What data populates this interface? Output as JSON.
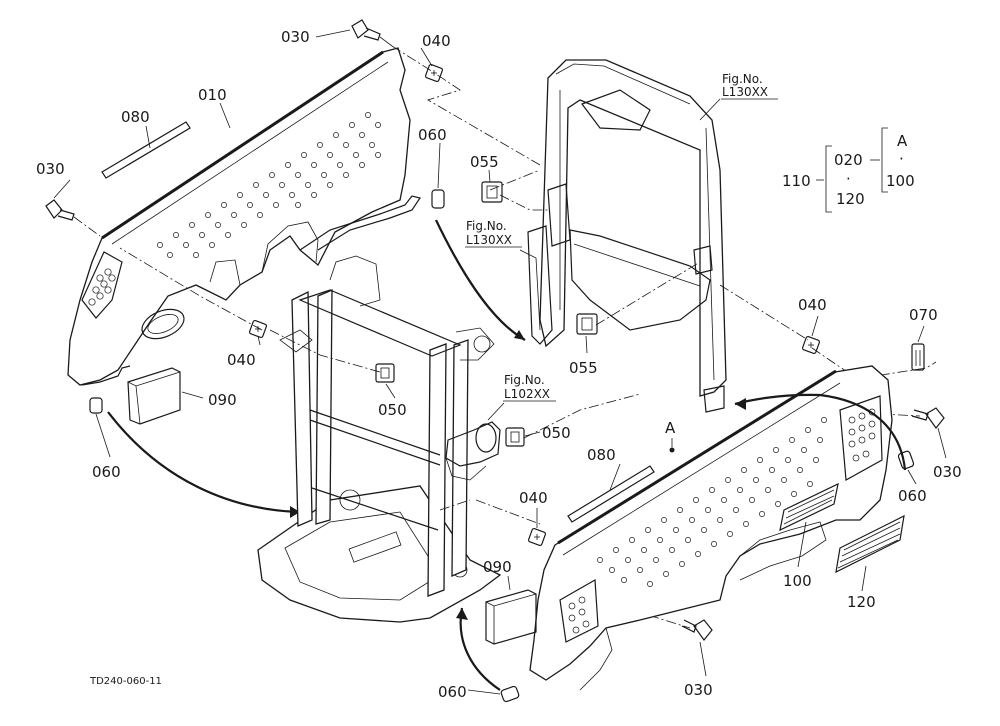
{
  "callouts": {
    "c030_top": "030",
    "c040_top": "040",
    "c010": "010",
    "c080_left": "080",
    "c030_left": "030",
    "c060_top": "060",
    "c055_top": "055",
    "c055_mid": "055",
    "c040_left": "040",
    "c090_left": "090",
    "c050_left": "050",
    "c050_right": "050",
    "c060_left": "060",
    "c040_mid": "040",
    "c040_right": "040",
    "c070": "070",
    "c030_right": "030",
    "c060_right": "060",
    "cA_panel": "A",
    "c080_right": "080",
    "c090_right": "090",
    "c100": "100",
    "c120": "120",
    "c030_bottom": "030",
    "c060_bottom": "060"
  },
  "fig_refs": {
    "top_right": {
      "line1": "Fig.No.",
      "line2": "L130XX"
    },
    "mid_left": {
      "line1": "Fig.No.",
      "line2": "L130XX"
    },
    "center": {
      "line1": "Fig.No.",
      "line2": "L102XX"
    }
  },
  "legend": {
    "root": "110",
    "upper": "020",
    "dot": "·",
    "lower": "120",
    "sub_top": "A",
    "sub_dot": "·",
    "sub_bottom": "100"
  },
  "drawing_id": "TD240-060-11"
}
